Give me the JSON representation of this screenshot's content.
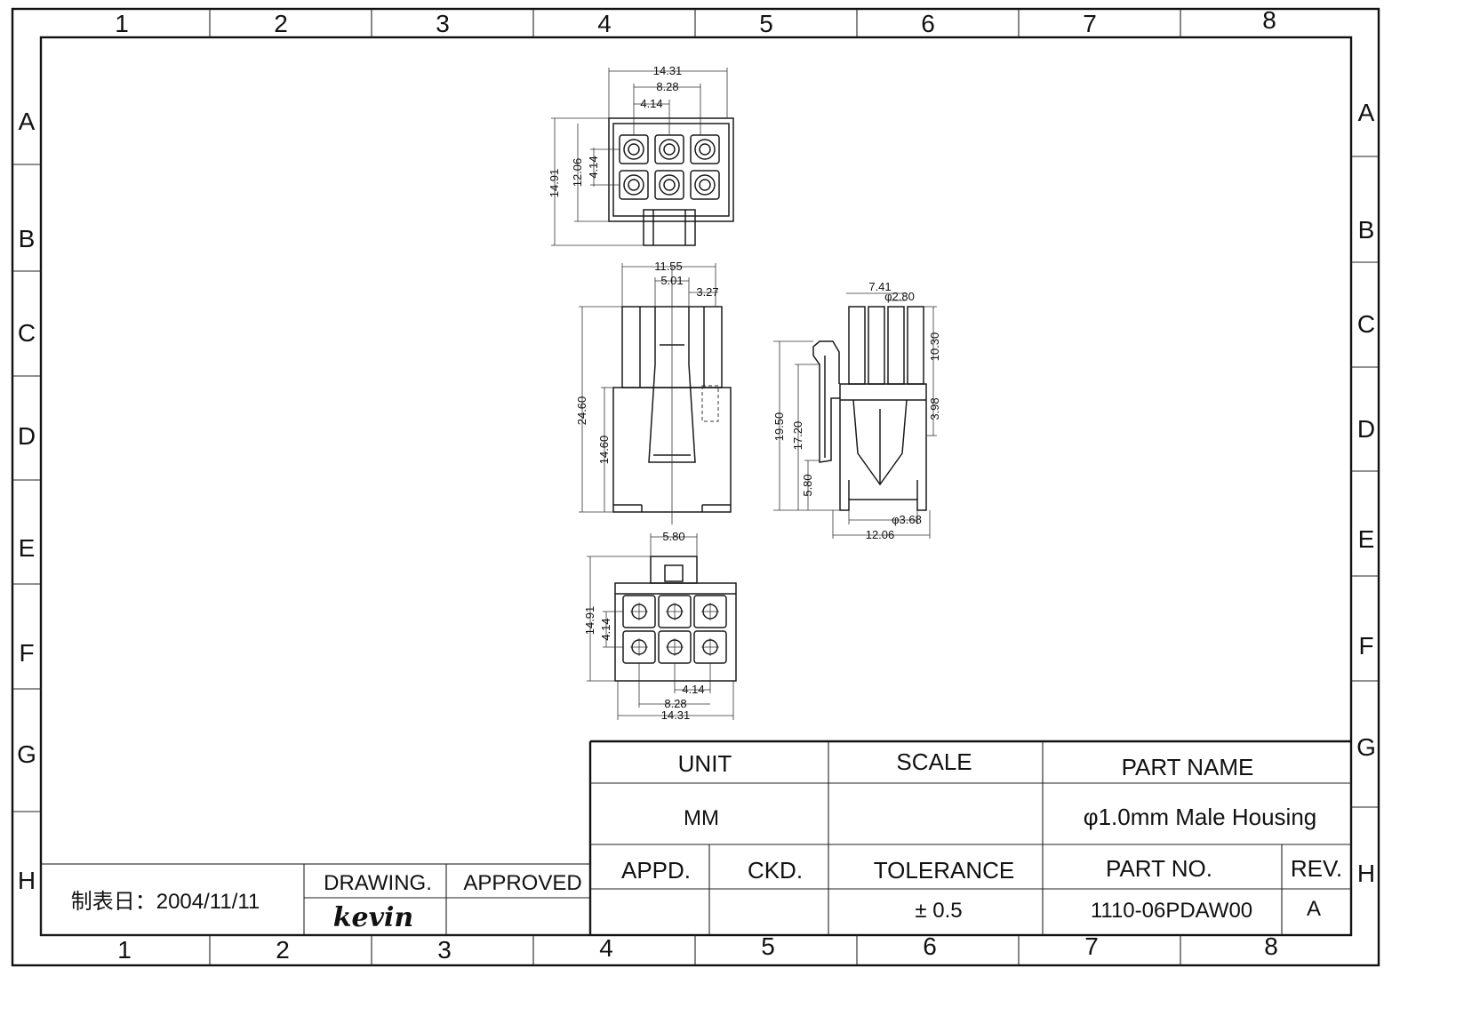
{
  "zones": {
    "columns": [
      "1",
      "2",
      "3",
      "4",
      "5",
      "6",
      "7",
      "8"
    ],
    "rows": [
      "A",
      "B",
      "C",
      "D",
      "E",
      "F",
      "G",
      "H"
    ]
  },
  "dimensions": {
    "top_view": {
      "width_overall": "14.31",
      "width_pitch2": "8.28",
      "width_pitch": "4.14",
      "height_overall": "14.91",
      "height_body": "12.06",
      "height_pitch": "4.14"
    },
    "front_view": {
      "width_overall": "11.55",
      "width_latch": "5.01",
      "width_small": "3.27",
      "height_overall": "24.60",
      "height_body": "14.60"
    },
    "side_view": {
      "top_width": "7.41",
      "pin_dia": "φ2.80",
      "height_pin": "10.30",
      "height_step": "3.98",
      "height_overall": "19.50",
      "height_body": "17.20",
      "height_base": "5.80",
      "hole_dia": "φ3.68",
      "base_width": "12.06"
    },
    "bottom_view": {
      "latch_width": "5.80",
      "height_overall": "14.91",
      "height_pitch": "4.14",
      "width_pitch": "4.14",
      "width_pitch2": "8.28",
      "width_overall": "14.31"
    }
  },
  "title_block": {
    "unit_label": "UNIT",
    "unit_value": "MM",
    "scale_label": "SCALE",
    "scale_value": "",
    "part_name_label": "PART NAME",
    "part_name_value": "φ1.0mm Male Housing",
    "appd_label": "APPD.",
    "ckd_label": "CKD.",
    "tolerance_label": "TOLERANCE",
    "tolerance_value": "± 0.5",
    "part_no_label": "PART NO.",
    "part_no_value": "1110-06PDAW00",
    "rev_label": "REV.",
    "rev_value": "A",
    "date_text": "制表日：2004/11/11",
    "drawing_label": "DRAWING.",
    "drawing_by": "kevin",
    "approved_label": "APPROVED"
  }
}
